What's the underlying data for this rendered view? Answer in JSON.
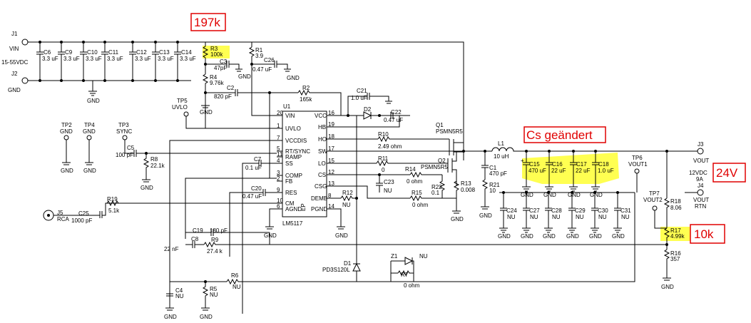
{
  "connectors": {
    "j1": {
      "ref": "J1",
      "net": "VIN",
      "note": "15-55VDC"
    },
    "j2": {
      "ref": "J2",
      "net": "GND"
    },
    "j3": {
      "ref": "J3",
      "net": "VOUT",
      "note1": "12VDC",
      "note2": "9A"
    },
    "j4": {
      "ref": "J4",
      "net1": "VOUT",
      "net2": "RTN"
    },
    "j5": {
      "ref": "J5",
      "net": "RCA"
    }
  },
  "testpoints": [
    {
      "ref": "TP2",
      "net": "GND"
    },
    {
      "ref": "TP4",
      "net": "GND"
    },
    {
      "ref": "TP3",
      "net": "SYNC"
    },
    {
      "ref": "TP5",
      "net": "UVLO"
    },
    {
      "ref": "TP6",
      "net": "VOUT1"
    },
    {
      "ref": "TP7",
      "net": "VOUT2"
    }
  ],
  "input_caps": [
    {
      "ref": "C6",
      "value": "3.3 uF"
    },
    {
      "ref": "C9",
      "value": "3.3 uF"
    },
    {
      "ref": "C10",
      "value": "3.3 uF"
    },
    {
      "ref": "C11",
      "value": "3.3 uF"
    },
    {
      "ref": "C12",
      "value": "3.3 uF"
    },
    {
      "ref": "C13",
      "value": "3.3 uF"
    },
    {
      "ref": "C14",
      "value": "3.3 uF"
    }
  ],
  "output_caps_hl": [
    {
      "ref": "C15",
      "value": "470 uF"
    },
    {
      "ref": "C16",
      "value": "22 uF"
    },
    {
      "ref": "C17",
      "value": "22 uF"
    },
    {
      "ref": "C18",
      "value": "1.0 uF"
    }
  ],
  "output_caps_nu": [
    {
      "ref": "C24",
      "value": "NU"
    },
    {
      "ref": "C27",
      "value": "NU"
    },
    {
      "ref": "C28",
      "value": "NU"
    },
    {
      "ref": "C29",
      "value": "NU"
    },
    {
      "ref": "C30",
      "value": "NU"
    },
    {
      "ref": "C31",
      "value": "NU"
    }
  ],
  "parts": {
    "r3": {
      "ref": "R3",
      "value": "100k"
    },
    "r1": {
      "ref": "R1",
      "value": "3.9"
    },
    "r4": {
      "ref": "R4",
      "value": "9.76k"
    },
    "c3": {
      "ref": "C3",
      "value": "47pF"
    },
    "c26": {
      "ref": "C26",
      "value": "0.47 uF"
    },
    "c2": {
      "ref": "C2",
      "value": "820 pF"
    },
    "r2": {
      "ref": "R2",
      "value": "165k"
    },
    "c21": {
      "ref": "C21",
      "value": "1.0 uF"
    },
    "d2": {
      "ref": "D2"
    },
    "c22": {
      "ref": "C22",
      "value": "0.47 uF"
    },
    "r10": {
      "ref": "R10",
      "value": "2.49 ohm"
    },
    "r11": {
      "ref": "R11",
      "value": "0"
    },
    "q1": {
      "ref": "Q1",
      "value": "PSMN5R5"
    },
    "q2": {
      "ref": "Q2",
      "value": "PSMN5R5"
    },
    "l1": {
      "ref": "L1",
      "value": "10 uH"
    },
    "c1": {
      "ref": "C1",
      "value": "470 pF"
    },
    "r21": {
      "ref": "R21",
      "value": "10"
    },
    "c5": {
      "ref": "C5",
      "value": "100 pF"
    },
    "r8": {
      "ref": "R8",
      "value": "22.1k"
    },
    "c7": {
      "ref": "C7",
      "value": "0.1 uF"
    },
    "c20": {
      "ref": "C20",
      "value": "0.47 uF"
    },
    "c23": {
      "ref": "C23",
      "value": "NU"
    },
    "r14": {
      "ref": "R14",
      "value": "0 ohm"
    },
    "r15": {
      "ref": "R15",
      "value": "0 ohm"
    },
    "r22": {
      "ref": "R22",
      "value": "0.1"
    },
    "r13": {
      "ref": "R13",
      "value": "0.008"
    },
    "r12": {
      "ref": "R12",
      "value": "NU"
    },
    "r19": {
      "ref": "R19",
      "value": "5.1k"
    },
    "c25": {
      "ref": "C25",
      "value": "1000 pF"
    },
    "c19": {
      "ref": "C19",
      "value": "180 pF"
    },
    "c8": {
      "ref": "C8",
      "value": "22 nF"
    },
    "r9": {
      "ref": "R9",
      "value": "27.4 k"
    },
    "d1": {
      "ref": "D1",
      "value": "PD3S120L"
    },
    "z1": {
      "ref": "Z1",
      "value": "NU"
    },
    "r7": {
      "ref": "R7",
      "value": "0 ohm"
    },
    "r6": {
      "ref": "R6",
      "value": "NU"
    },
    "c4": {
      "ref": "C4",
      "value": "NU"
    },
    "r5": {
      "ref": "R5",
      "value": "NU"
    },
    "r18": {
      "ref": "R18",
      "value": "8.06"
    },
    "r17": {
      "ref": "R17",
      "value": "4.99k"
    },
    "r16": {
      "ref": "R16",
      "value": "357"
    }
  },
  "ic": {
    "ref": "U1",
    "name": "LM5117",
    "pins_left": [
      {
        "num": "20",
        "name": "VIN"
      },
      {
        "num": "1",
        "name": "UVLO"
      },
      {
        "num": "7",
        "name": "VCCDIS"
      },
      {
        "num": "5",
        "name": "RT/SYNC"
      },
      {
        "num": "11",
        "name": "RAMP"
      },
      {
        "num": "4",
        "name": "SS"
      },
      {
        "num": "3",
        "name": "COMP"
      },
      {
        "num": "2",
        "name": "FB"
      },
      {
        "num": "9",
        "name": "RES"
      },
      {
        "num": "10",
        "name": "CM"
      },
      {
        "num": "6",
        "name": "AGND"
      }
    ],
    "pins_right": [
      {
        "num": "16",
        "name": "VCC"
      },
      {
        "num": "19",
        "name": "HB"
      },
      {
        "num": "18",
        "name": "HO"
      },
      {
        "num": "17",
        "name": "SW"
      },
      {
        "num": "15",
        "name": "LO"
      },
      {
        "num": "12",
        "name": "CS"
      },
      {
        "num": "13",
        "name": "CSG"
      },
      {
        "num": "8",
        "name": "DEMB"
      },
      {
        "num": "14",
        "name": "PGND"
      }
    ],
    "ep": "EP"
  },
  "gnd_label": "GND",
  "annotations": {
    "a197k": "197k",
    "cs": "Cs geändert",
    "v24": "24V",
    "a10k": "10k"
  },
  "colors": {
    "annotation": "#e00000",
    "highlight": "#ffff33"
  }
}
